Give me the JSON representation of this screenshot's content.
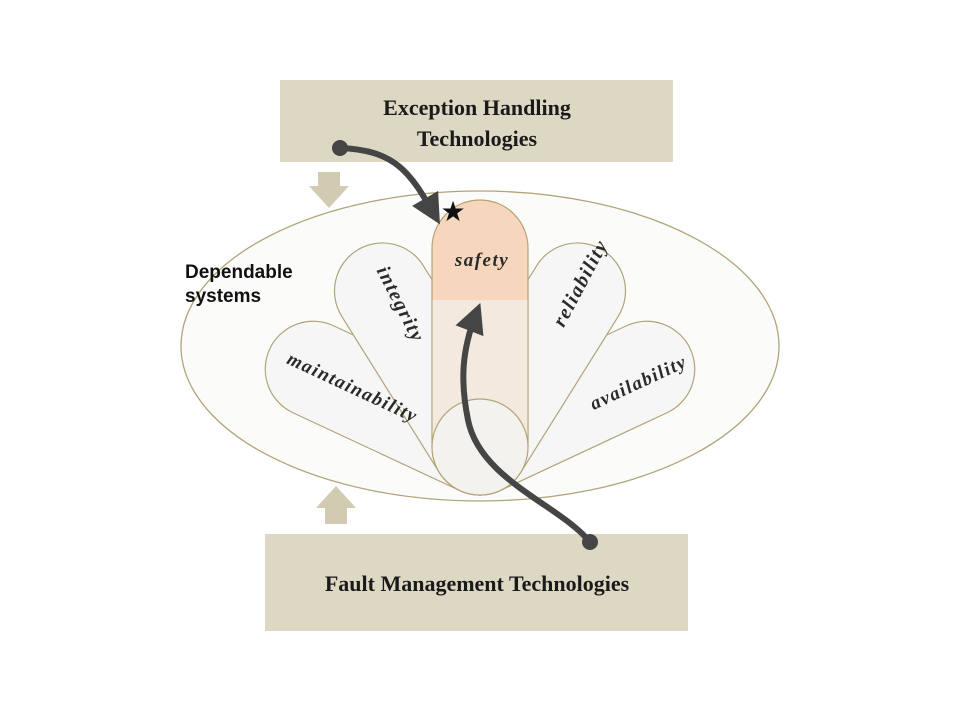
{
  "top_box": {
    "line1": "Exception Handling",
    "line2": "Technologies"
  },
  "bottom_box": {
    "label": "Fault Management Technologies"
  },
  "region": {
    "line1": "Dependable",
    "line2": "systems"
  },
  "petals": {
    "safety": "safety",
    "integrity": "integrity",
    "reliability": "reliability",
    "maintainability": "maintainability",
    "availability": "availability"
  },
  "icons": {
    "star": "star-icon",
    "arrows": [
      "down-arrow-icon",
      "up-arrow-icon"
    ]
  },
  "colors": {
    "box_fill": "#ddd8c3",
    "outline": "#b2a479",
    "safety_fill": "#f6d7bd",
    "petal_fill": "#f6f6f6",
    "connector": "#454545"
  }
}
